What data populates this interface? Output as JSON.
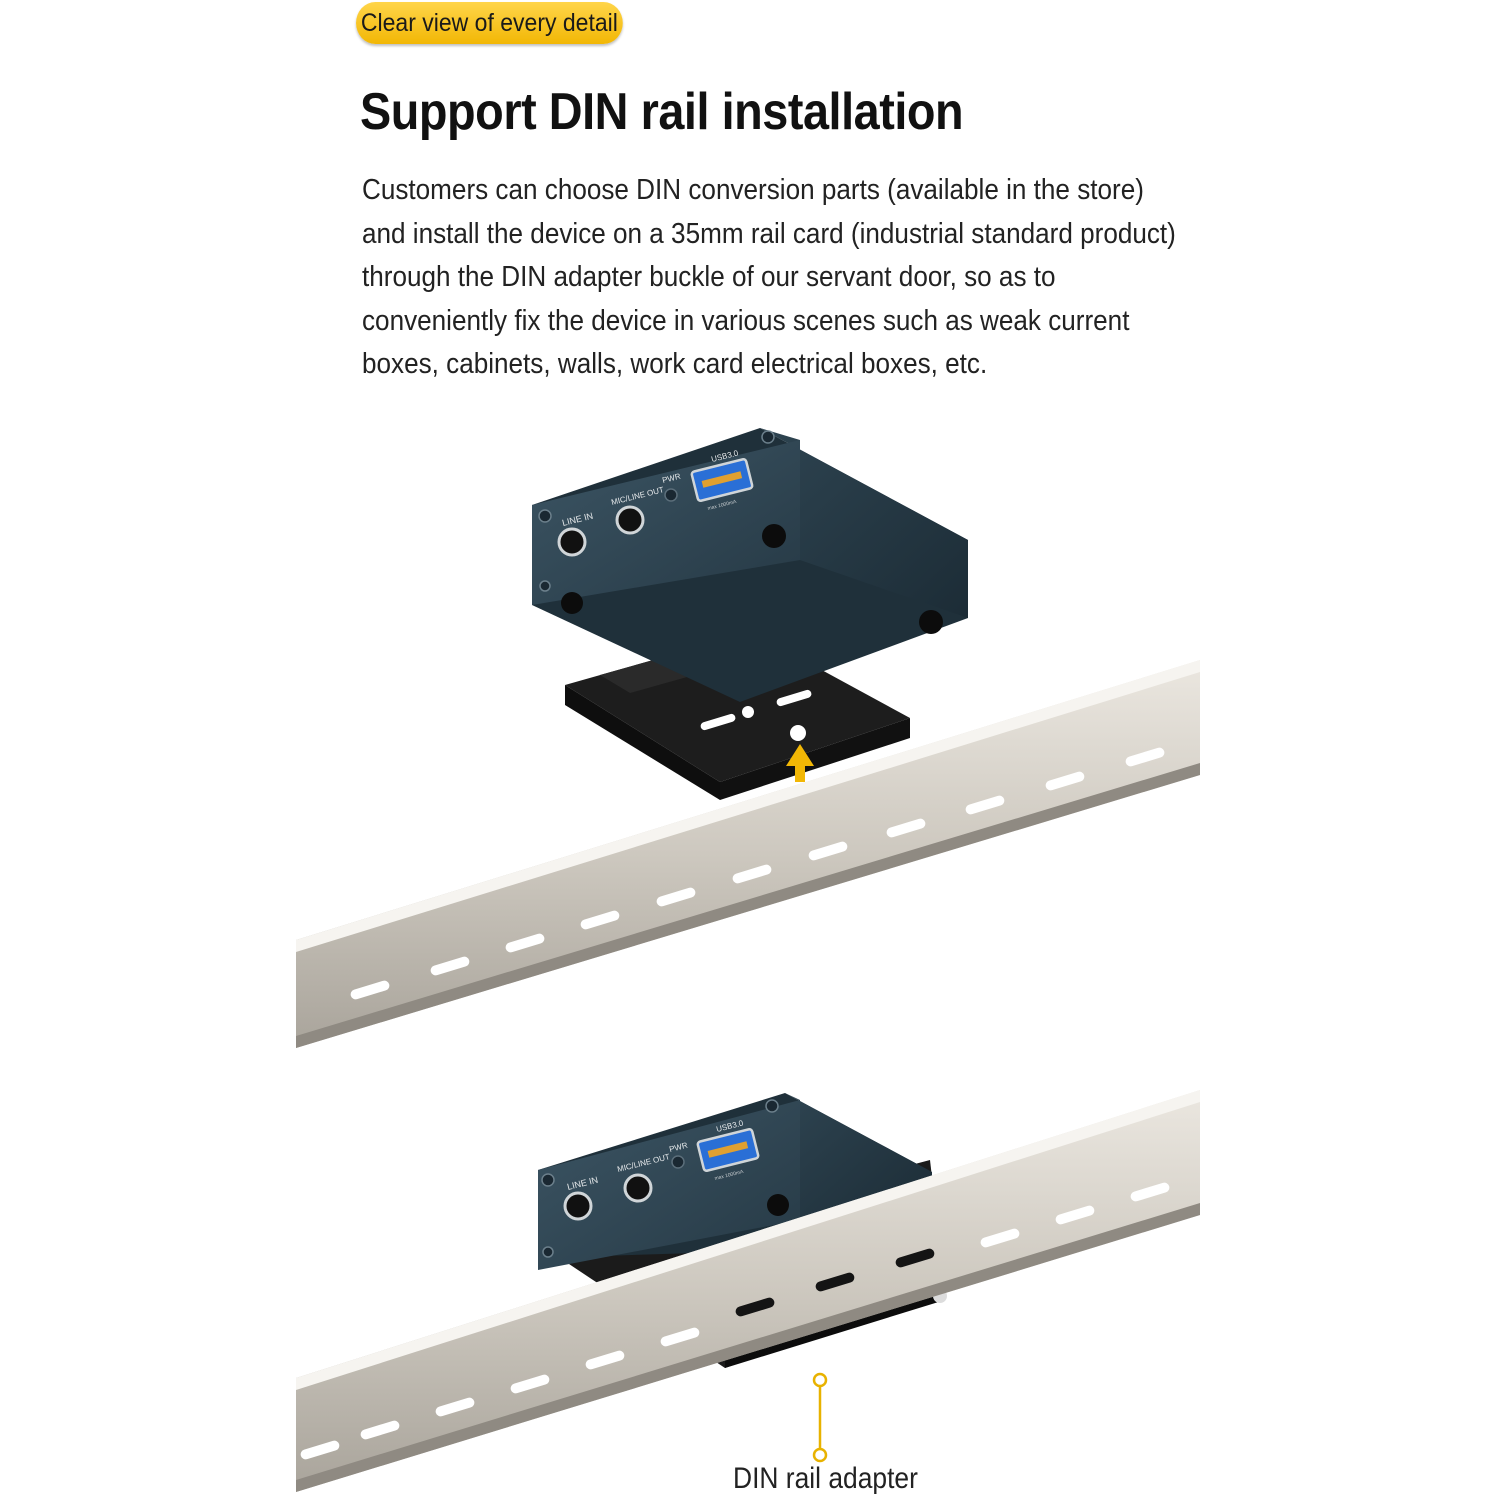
{
  "badge": {
    "text": "Clear view of every detail"
  },
  "heading": {
    "text": "Support DIN rail installation"
  },
  "description": {
    "lines": [
      "Customers can choose DIN conversion parts (available in the store)",
      "and install the device on a 35mm rail card (industrial standard product)",
      "through the DIN adapter buckle of our servant door, so as to",
      "conveniently fix the device in various scenes such as weak current",
      "boxes, cabinets, walls, work card electrical boxes, etc."
    ]
  },
  "device": {
    "port_line_in": "LINE IN",
    "port_mic_line_out": "MIC/LINE OUT",
    "indicator_pwr": "PWR",
    "port_usb": "USB3.0",
    "usb_rating": "max 1000mA"
  },
  "callout": {
    "label": "DIN rail adapter"
  },
  "colors": {
    "badge": "#f2b705",
    "device_body": "#2f4452",
    "rail": "#cfcac2",
    "arrow": "#f2b705",
    "callout": "#e8b200"
  }
}
